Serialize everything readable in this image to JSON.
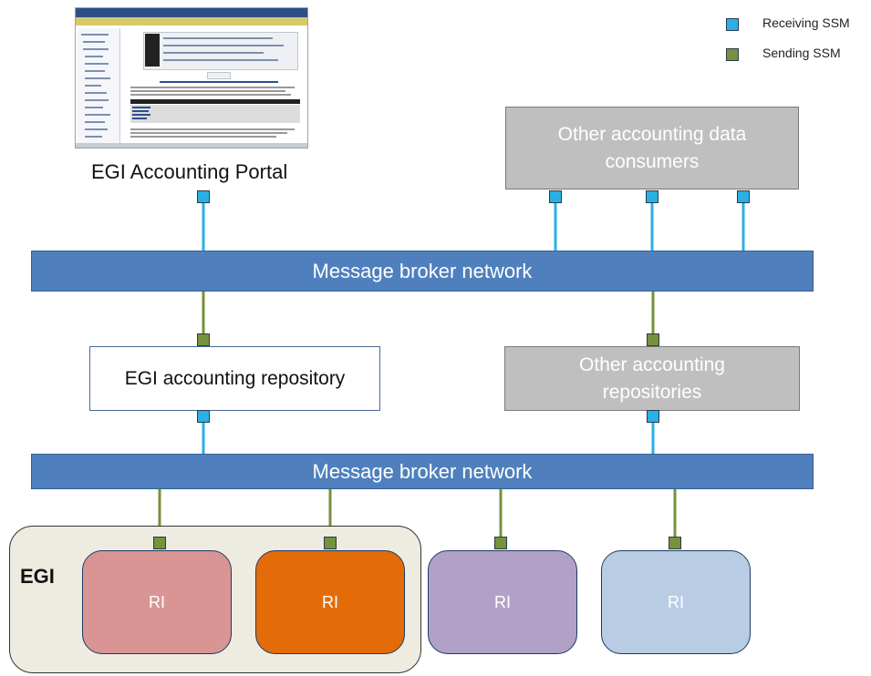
{
  "legend": {
    "receiving": {
      "label": "Receiving SSM",
      "color": "#2ab0e6"
    },
    "sending": {
      "label": "Sending SSM",
      "color": "#76923c"
    }
  },
  "portal": {
    "label": "EGI Accounting Portal"
  },
  "consumers": {
    "label": "Other accounting data consumers"
  },
  "broker_top": {
    "label": "Message broker network"
  },
  "broker_bottom": {
    "label": "Message broker network"
  },
  "egi_repository": {
    "label": "EGI accounting repository"
  },
  "other_repositories": {
    "label": "Other accounting repositories"
  },
  "egi_group": {
    "label": "EGI"
  },
  "ri_boxes": [
    {
      "label": "RI",
      "color": "#d99594"
    },
    {
      "label": "RI",
      "color": "#e36c09"
    },
    {
      "label": "RI",
      "color": "#b2a1c7"
    },
    {
      "label": "RI",
      "color": "#b8cce4"
    }
  ],
  "colors": {
    "broker": "#4f80bd",
    "gray_box": "#bfbfbf",
    "egi_group": "#eeece1"
  }
}
